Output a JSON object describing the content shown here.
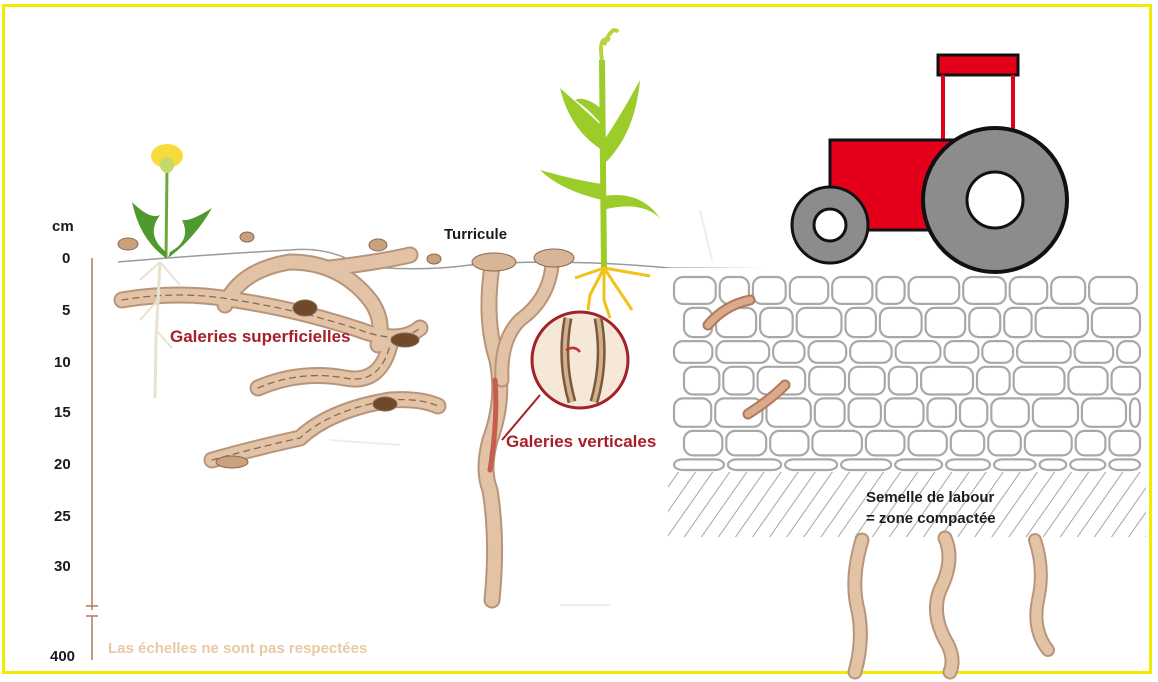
{
  "scale": {
    "unit": "cm",
    "ticks": [
      "0",
      "5",
      "10",
      "15",
      "20",
      "25",
      "30",
      "400"
    ]
  },
  "labels": {
    "galeries_superficielles": "Galeries superficielles",
    "turricule": "Turricule",
    "galeries_verticales": "Galeries verticales",
    "semelle_line1": "Semelle de labour",
    "semelle_line2": "= zone compactée",
    "note": "Las échelles ne sont pas respectées"
  },
  "colors": {
    "frame": "#f2ea00",
    "burrow": "#e2c3a6",
    "burrow_outline": "#b8957a",
    "label_red": "#a4202a",
    "tractor_body": "#e4001b",
    "tire": "#8c8c8c",
    "maize": "#9ccc2a",
    "dandelion_flower": "#f5dc3a",
    "dandelion_leaf": "#4e9a2e"
  }
}
